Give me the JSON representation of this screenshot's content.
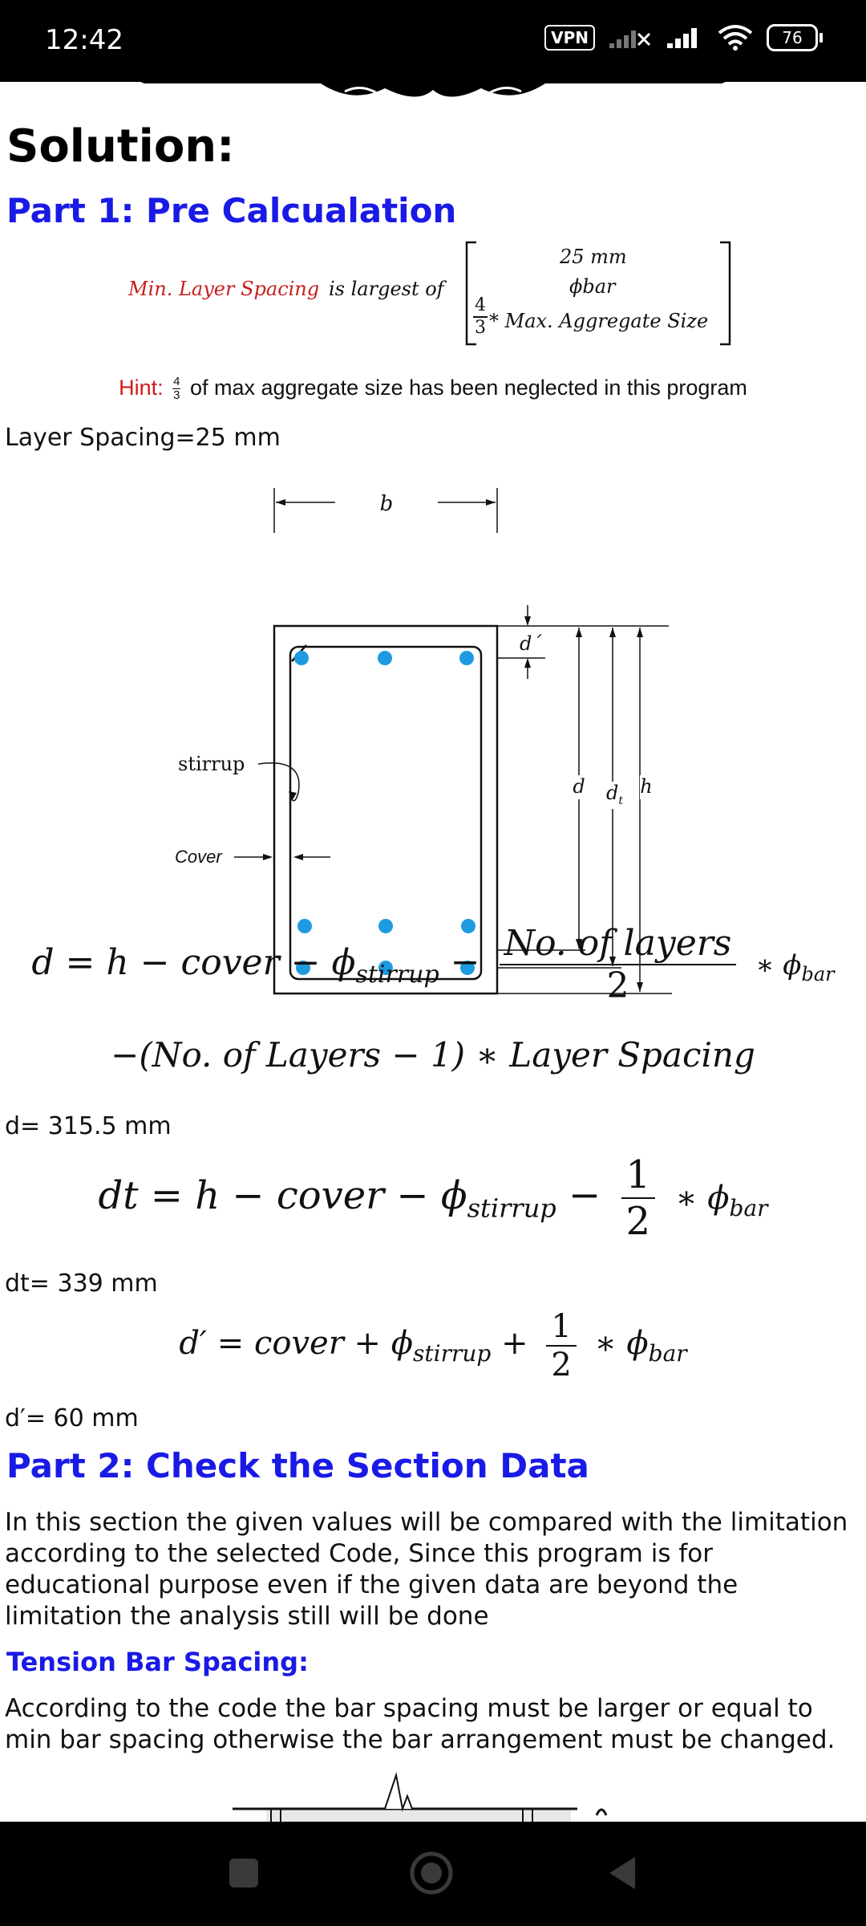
{
  "status_bar": {
    "time": "12:42",
    "vpn": "VPN",
    "battery": "76"
  },
  "page": {
    "title": "Solution:",
    "part1_heading": "Part 1: Pre Calcualation",
    "min_spacing": {
      "label": "Min. Layer Spacing",
      "connector": "is largest of",
      "options": [
        "25 mm",
        "ϕbar",
        "* Max. Aggregate Size"
      ],
      "fraction": {
        "num": "4",
        "den": "3"
      }
    },
    "hint": {
      "label": "Hint:",
      "fraction": {
        "num": "4",
        "den": "3"
      },
      "text": "of max aggregate size has been neglected in this program"
    },
    "layer_spacing_result": "Layer Spacing=25 mm",
    "diagram": {
      "width_label": "b",
      "d_prime_label": "d´",
      "d_label": "d",
      "dt_label": "d",
      "dt_sub": "t",
      "h_label": "h",
      "stirrup_label": "stirrup",
      "cover_label": "Cover"
    },
    "formula_d": {
      "left": "d = h − cover − ϕ",
      "sub": "stirrup",
      "minus": "−",
      "frac_num": "No. of layers",
      "frac_den": "2",
      "times_bar": "∗ ϕ",
      "bar_sub": "bar",
      "line2": "−(No. of Layers − 1) ∗ Layer Spacing"
    },
    "d_result": "d= 315.5 mm",
    "formula_dt": {
      "left": "dt = h − cover − ϕ",
      "sub": "stirrup",
      "minus": "−",
      "frac_num": "1",
      "frac_den": "2",
      "times_bar": "∗ ϕ",
      "bar_sub": "bar"
    },
    "dt_result": "dt= 339 mm",
    "formula_dprime": {
      "left": "d′ = cover + ϕ",
      "sub": "stirrup",
      "plus": "+",
      "frac_num": "1",
      "frac_den": "2",
      "times_bar": "∗ ϕ",
      "bar_sub": "bar"
    },
    "dprime_result": "d′= 60 mm",
    "part2_heading": "Part 2: Check the Section Data",
    "part2_paragraph": "In this section the given values will be compared with the limitation according to the selected Code, Since this program is for educational purpose even if the given data are beyond the limitation the analysis still will be done",
    "tension_heading": "Tension Bar Spacing:",
    "tension_paragraph": "According to the code the bar spacing must be larger or equal to min bar spacing otherwise the bar arrangement must be changed."
  },
  "colors": {
    "heading_blue": "#1a1ae6",
    "hint_red": "#d41a1a",
    "rebar_blue": "#1e9be0"
  },
  "nav_bar": {
    "icons": [
      "recents-square-icon",
      "home-circle-icon",
      "back-triangle-icon"
    ]
  }
}
